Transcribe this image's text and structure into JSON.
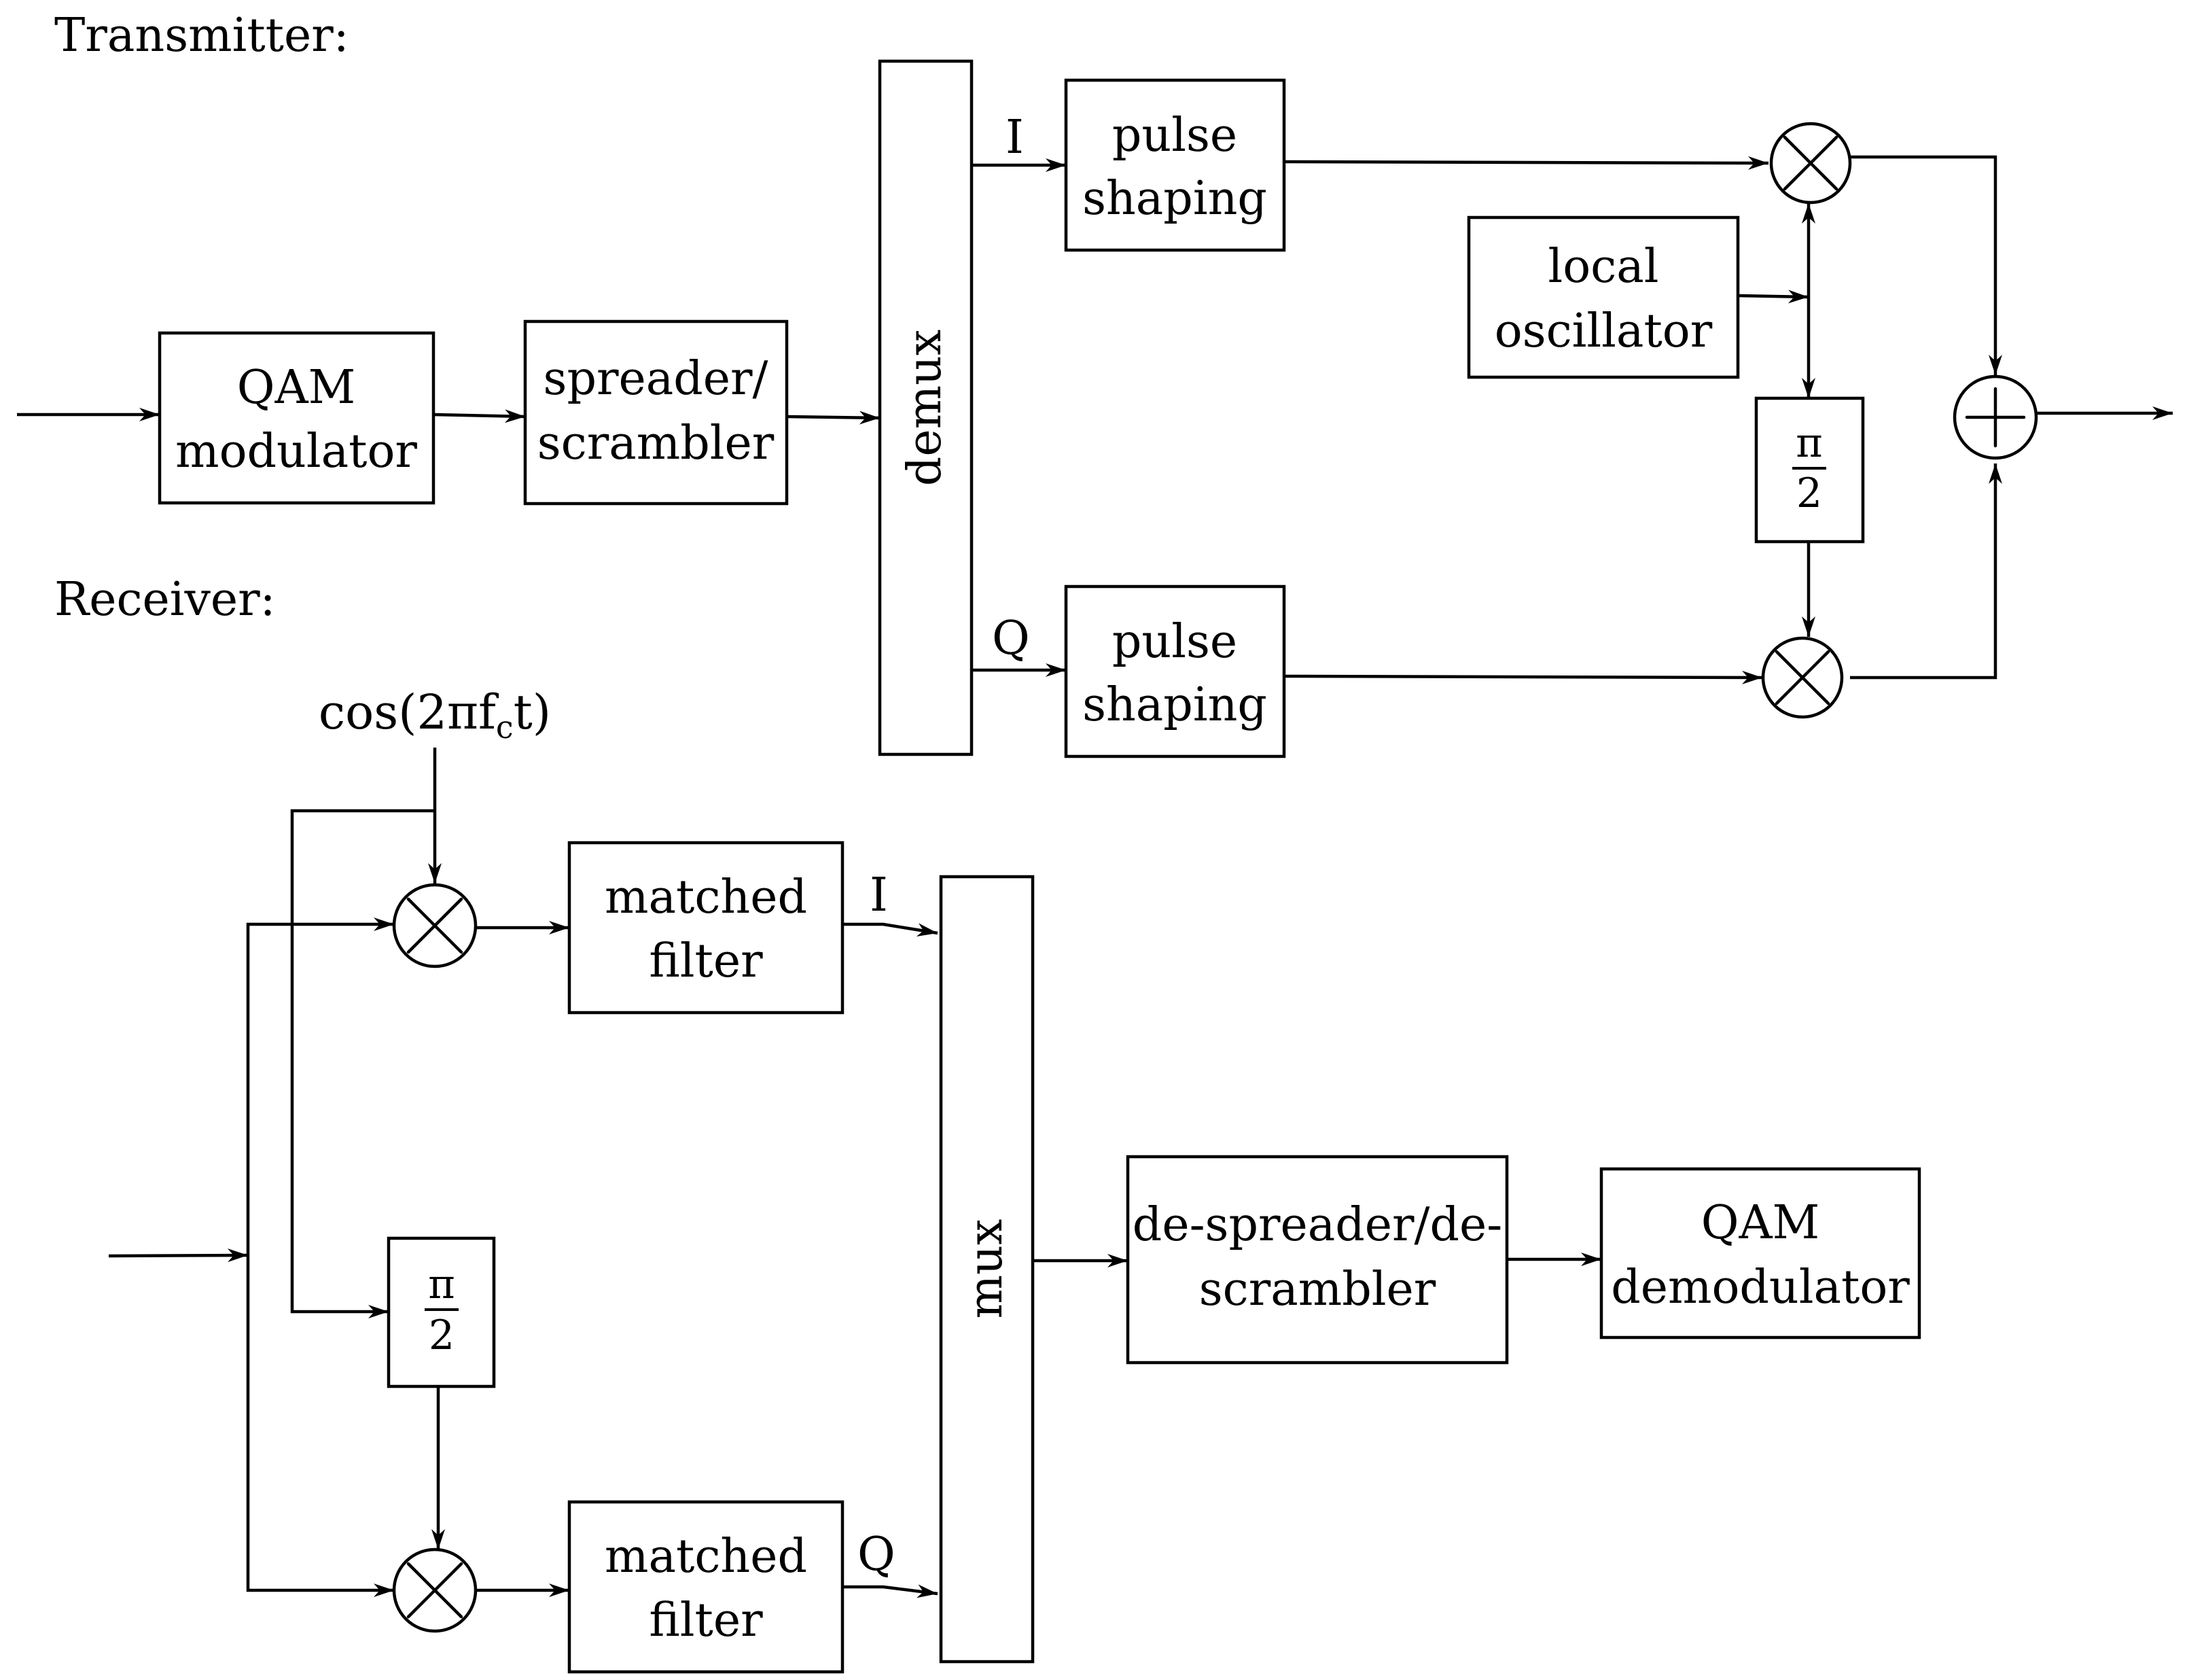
{
  "sections": {
    "transmitter": "Transmitter:",
    "receiver": "Receiver:"
  },
  "transmitter": {
    "qam_modulator": [
      "QAM",
      "modulator"
    ],
    "spreader": [
      "spreader/",
      "scrambler"
    ],
    "demux": "demux",
    "pulse_shaping_i": [
      "pulse",
      "shaping"
    ],
    "pulse_shaping_q": [
      "pulse",
      "shaping"
    ],
    "local_oscillator": [
      "local",
      "oscillator"
    ],
    "phase_shift": {
      "numerator": "π",
      "denominator": "2"
    },
    "label_i": "I",
    "label_q": "Q"
  },
  "receiver": {
    "carrier": "cos(2πf",
    "carrier_sub": "c",
    "carrier_end": "t)",
    "matched_filter_i": [
      "matched",
      "filter"
    ],
    "matched_filter_q": [
      "matched",
      "filter"
    ],
    "phase_shift": {
      "numerator": "π",
      "denominator": "2"
    },
    "mux": "mux",
    "despreader": [
      "de-spreader/de-",
      "scrambler"
    ],
    "qam_demodulator": [
      "QAM",
      "demodulator"
    ],
    "label_i": "I",
    "label_q": "Q"
  }
}
